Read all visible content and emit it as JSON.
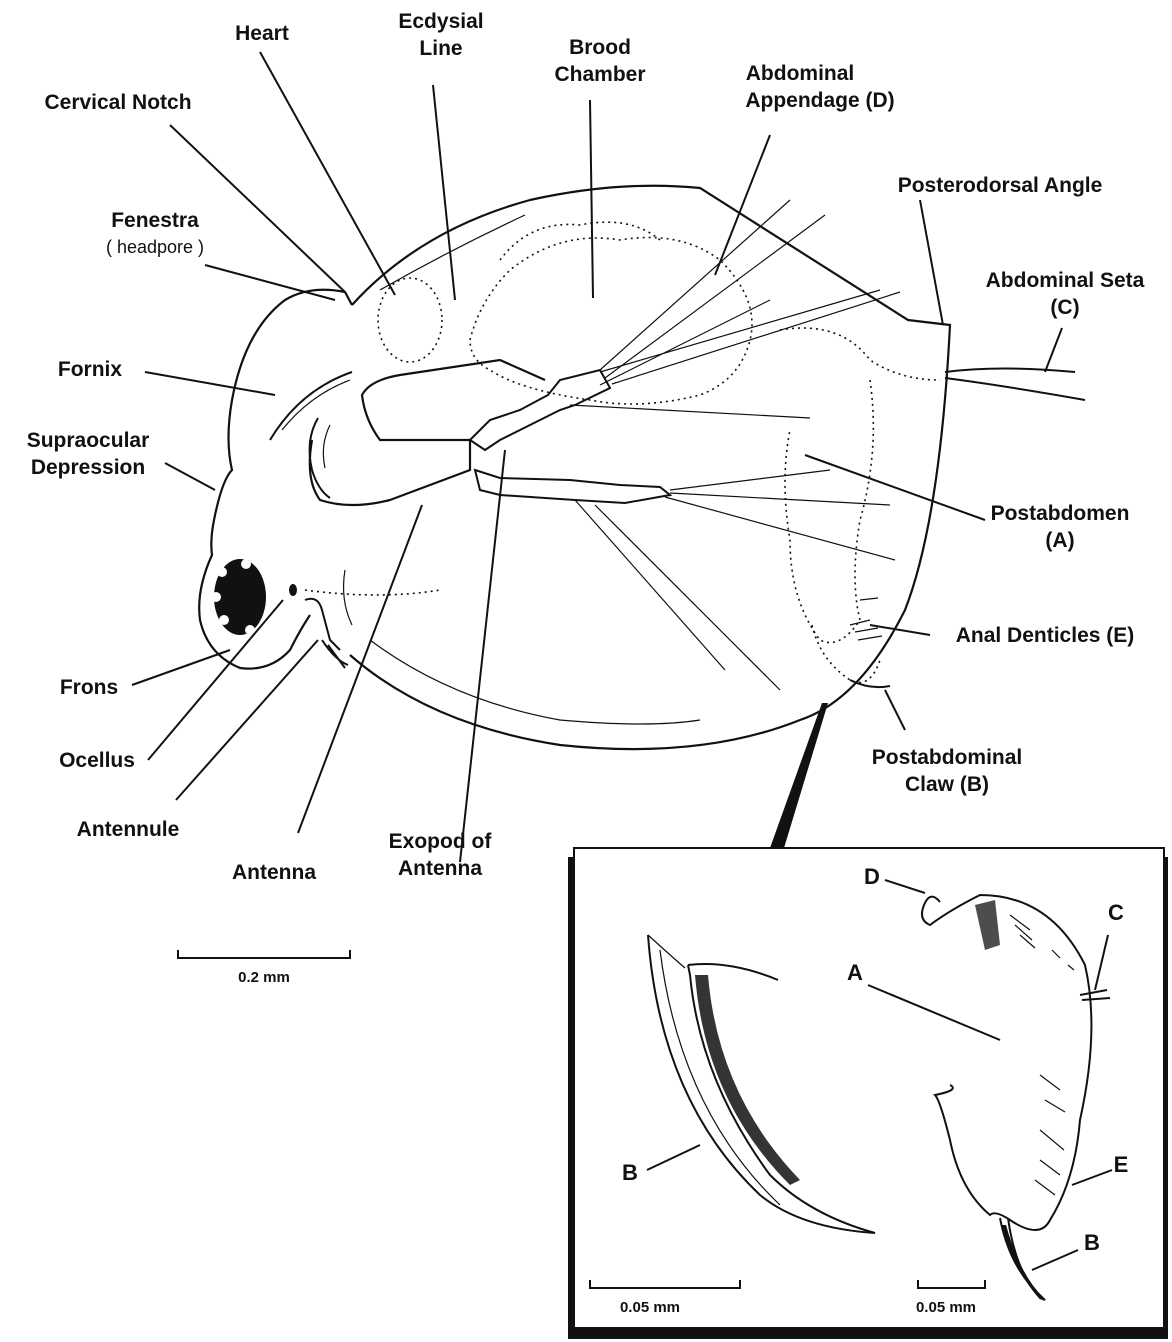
{
  "labels": {
    "heart": "Heart",
    "ecdysial_1": "Ecdysial",
    "ecdysial_2": "Line",
    "brood_1": "Brood",
    "brood_2": "Chamber",
    "abd_app_1": "Abdominal",
    "abd_app_2": "Appendage (D)",
    "cervical_notch": "Cervical Notch",
    "posterodorsal": "Posterodorsal Angle",
    "fenestra_1": "Fenestra",
    "fenestra_2": "( headpore )",
    "abd_seta_1": "Abdominal Seta",
    "abd_seta_2": "(C)",
    "fornix": "Fornix",
    "supraocular_1": "Supraocular",
    "supraocular_2": "Depression",
    "postabdomen_1": "Postabdomen",
    "postabdomen_2": "(A)",
    "anal_denticles": "Anal Denticles (E)",
    "frons": "Frons",
    "postabd_claw_1": "Postabdominal",
    "postabd_claw_2": "Claw (B)",
    "ocellus": "Ocellus",
    "antennule": "Antennule",
    "antenna": "Antenna",
    "exopod_1": "Exopod of",
    "exopod_2": "Antenna"
  },
  "scale_bars": {
    "main": "0.2 mm",
    "inset_left": "0.05 mm",
    "inset_right": "0.05 mm"
  },
  "inset_letters": {
    "a": "A",
    "b_left": "B",
    "b_right": "B",
    "c": "C",
    "d": "D",
    "e": "E"
  }
}
